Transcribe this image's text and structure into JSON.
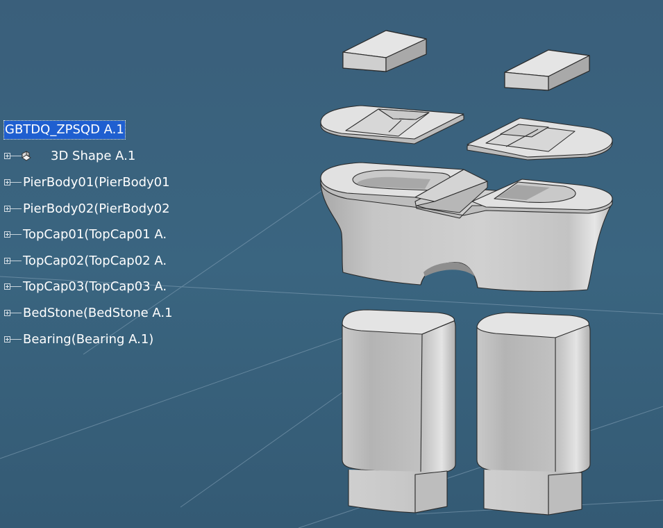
{
  "tree": {
    "root_label": "GBTDQ_ZPSQD A.1",
    "items": [
      {
        "label": "3D Shape A.1",
        "icon": "3d-shape-icon"
      },
      {
        "label": "PierBody01(PierBody01"
      },
      {
        "label": "PierBody02(PierBody02"
      },
      {
        "label": "TopCap01(TopCap01 A."
      },
      {
        "label": "TopCap02(TopCap02 A."
      },
      {
        "label": "TopCap03(TopCap03 A."
      },
      {
        "label": "BedStone(BedStone A.1"
      },
      {
        "label": "Bearing(Bearing A.1)"
      }
    ]
  },
  "colors": {
    "background": "#365b77",
    "selection": "#1f5fd0",
    "part_light": "#e0e0e0",
    "part_mid": "#c4c4c4",
    "part_dark": "#9a9a9a",
    "edge": "#2a2a2a"
  }
}
